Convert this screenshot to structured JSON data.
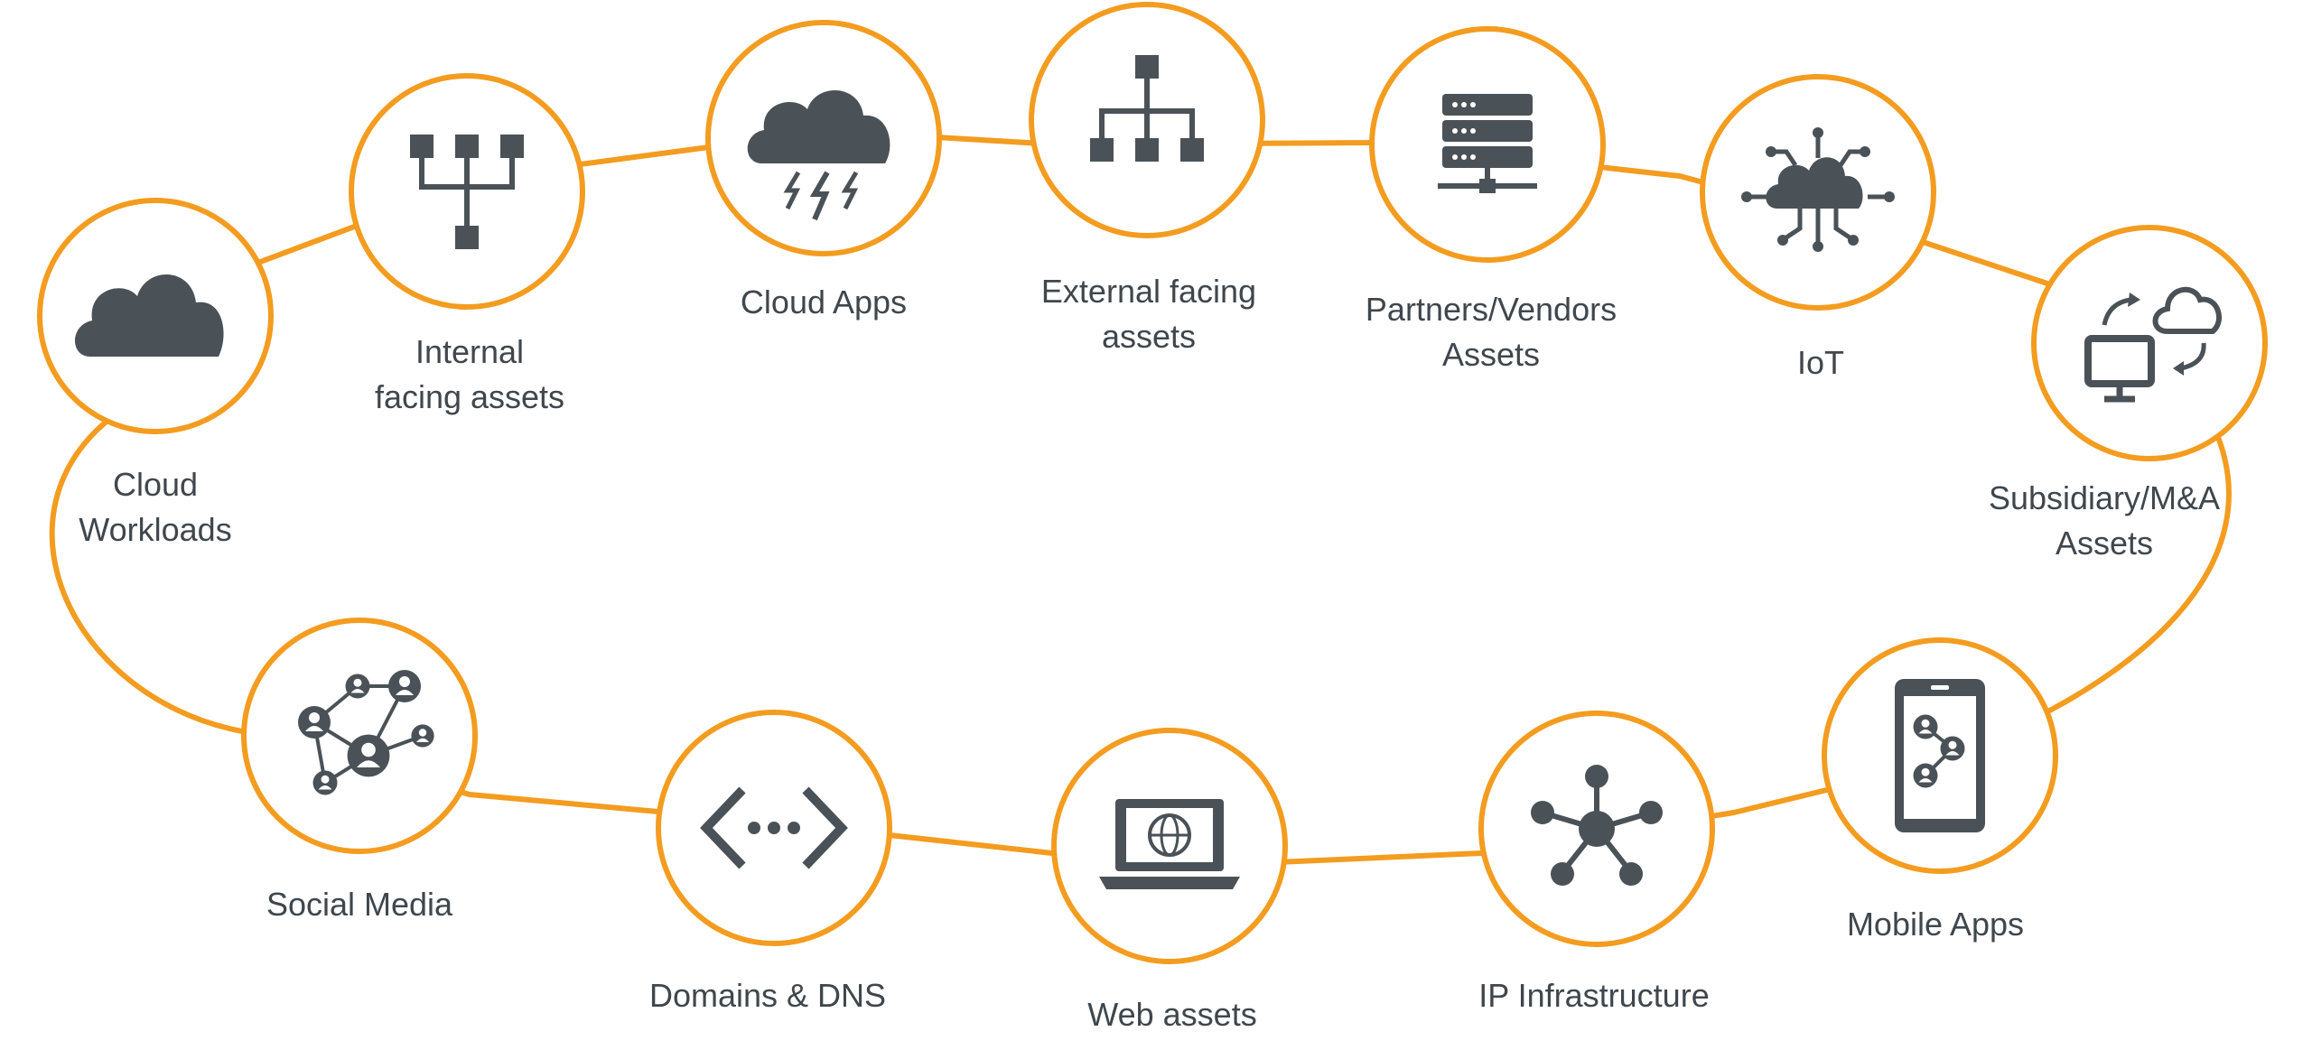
{
  "colors": {
    "ring": "#f39c1f",
    "icon": "#4a5257",
    "text": "#3f474d",
    "background": "#ffffff"
  },
  "nodes": [
    {
      "id": "cloud-workloads",
      "label": "Cloud\nWorkloads",
      "icon": "cloud-icon"
    },
    {
      "id": "internal-facing-assets",
      "label": "Internal\nfacing assets",
      "icon": "hierarchy-inbound-icon"
    },
    {
      "id": "cloud-apps",
      "label": "Cloud Apps",
      "icon": "storm-cloud-icon"
    },
    {
      "id": "external-facing-assets",
      "label": "External facing\nassets",
      "icon": "org-chart-icon"
    },
    {
      "id": "partners-vendors-assets",
      "label": "Partners/Vendors\nAssets",
      "icon": "server-rack-icon"
    },
    {
      "id": "iot",
      "label": "IoT",
      "icon": "iot-cloud-icon"
    },
    {
      "id": "subsidiary-ma-assets",
      "label": "Subsidiary/M&A\nAssets",
      "icon": "cloud-sync-monitor-icon"
    },
    {
      "id": "mobile-apps",
      "label": "Mobile Apps",
      "icon": "smartphone-network-icon"
    },
    {
      "id": "ip-infrastructure",
      "label": "IP  Infrastructure",
      "icon": "hub-network-icon"
    },
    {
      "id": "web-assets",
      "label": "Web assets",
      "icon": "laptop-globe-icon"
    },
    {
      "id": "domains-dns",
      "label": "Domains & DNS",
      "icon": "code-dots-icon"
    },
    {
      "id": "social-media",
      "label": "Social Media",
      "icon": "social-network-icon"
    }
  ]
}
